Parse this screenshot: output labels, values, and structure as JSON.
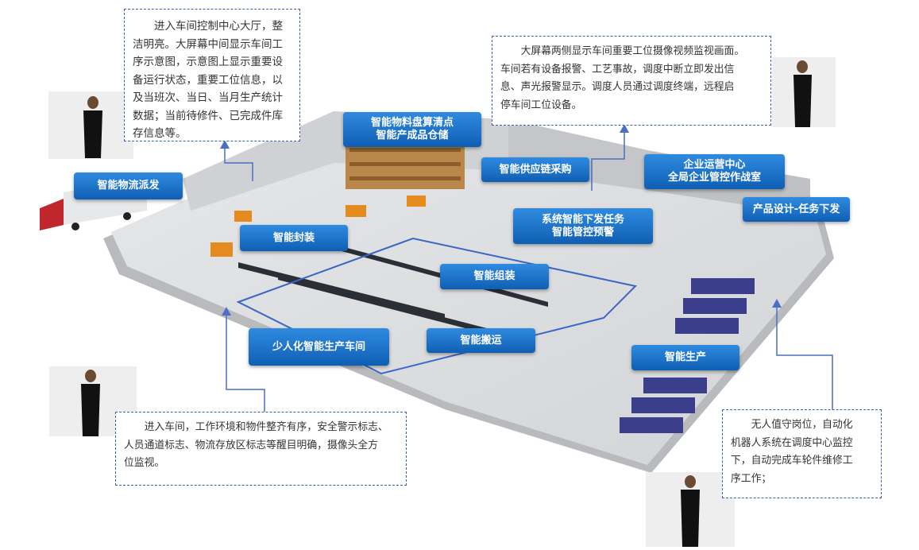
{
  "notes": {
    "top_left": [
      "进入车间控制中心大厅，整",
      "洁明亮。大屏幕中间显示车间工",
      "序示意图，示意图上显示重要设",
      "备运行状态，重要工位信息，以",
      "及当班次、当日、当月生产统计",
      "数据；当前待修件、已完成件库",
      "存信息等。"
    ],
    "top_right": [
      "大屏幕两侧显示车间重要工位摄像视频监视画面。",
      "车间若有设备报警、工艺事故，调度中断立即发出信",
      "息、声光报警显示。调度人员通过调度终端，远程启",
      "停车间工位设备。"
    ],
    "bottom_left": [
      "进入车间，工作环境和物件整齐有序，安全警示标志、",
      "人员通道标志、物流存放区标志等醒目明确，摄像头全方",
      "位监视。"
    ],
    "bottom_right": [
      "无人值守岗位，自动化",
      "机器人系统在调度中心监控",
      "下，自动完成车轮件维修工",
      "序工作；"
    ]
  },
  "labels": {
    "warehouse": [
      "智能物料盘算清点",
      "智能产成品仓储"
    ],
    "logistics": "智能物流派发",
    "procurement": "智能供应链采购",
    "ops_center": [
      "企业运营中心",
      "全局企业管控作战室"
    ],
    "design": "产品设计-任务下发",
    "task_dispatch": [
      "系统智能下发任务",
      "智能管控预警"
    ],
    "packaging": "智能封装",
    "assembly": "智能组装",
    "handling": "智能搬运",
    "workshop": "少人化智能生产车间",
    "production": "智能生产"
  }
}
